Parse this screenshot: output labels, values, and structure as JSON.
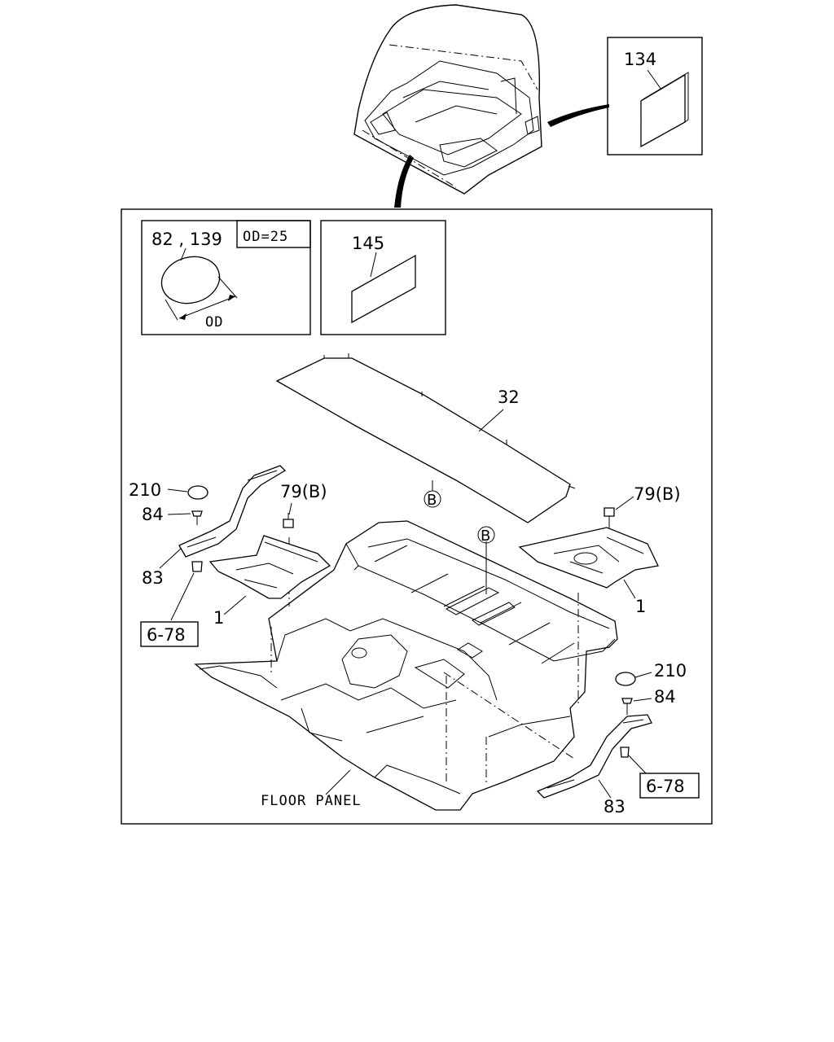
{
  "labels": {
    "p134": "134",
    "p82_139": "82 , 139",
    "od_eq": "OD=25",
    "od": "OD",
    "p145": "145",
    "p32": "32",
    "p210_left": "210",
    "p84_left": "84",
    "p79b_left": "79(B)",
    "p83_left": "83",
    "p1_left": "1",
    "ref_left": "6-78",
    "p79b_right": "79(B)",
    "p1_right": "1",
    "p210_right": "210",
    "p84_right": "84",
    "ref_right": "6-78",
    "p83_right": "83",
    "b_marker_1": "B",
    "b_marker_2": "B",
    "floor_panel": "FLOOR PANEL"
  }
}
